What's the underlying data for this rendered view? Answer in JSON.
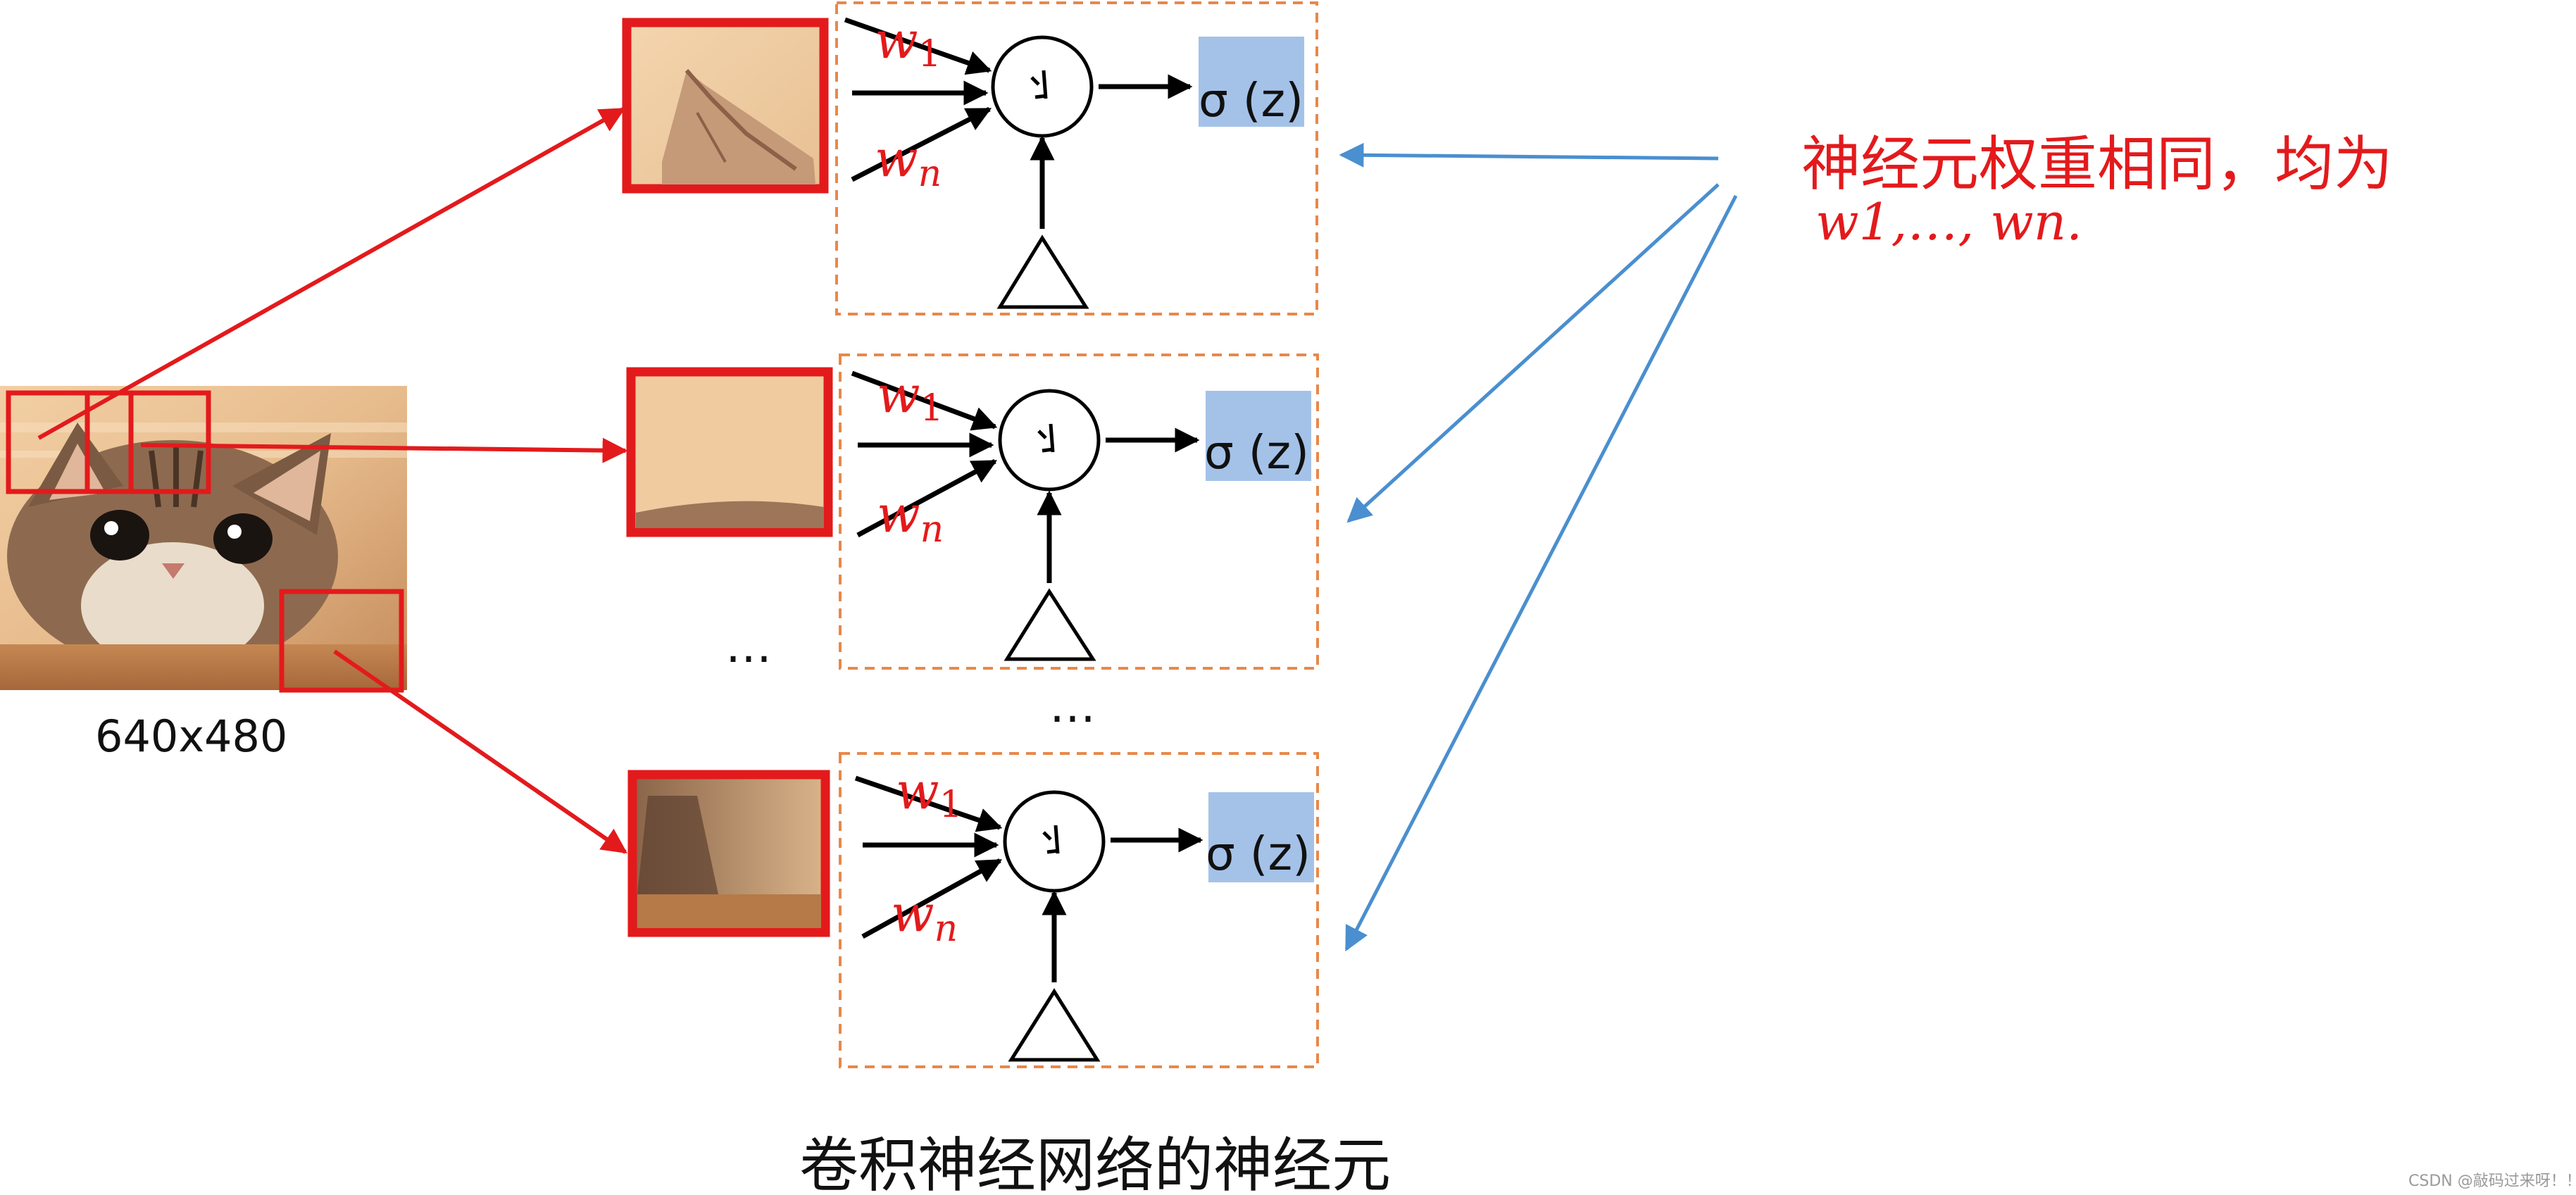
{
  "image": {
    "size_label": "640x480"
  },
  "neurons": [
    {
      "w_first": "w",
      "w_first_sub": "1",
      "w_last": "w",
      "w_last_sub": "n",
      "output": "σ (z)"
    },
    {
      "w_first": "w",
      "w_first_sub": "1",
      "w_last": "w",
      "w_last_sub": "n",
      "output": "σ (z)"
    },
    {
      "w_first": "w",
      "w_first_sub": "1",
      "w_last": "w",
      "w_last_sub": "n",
      "output": "σ (z)"
    }
  ],
  "ellipsis_left": "…",
  "ellipsis_center": "…",
  "annotation": {
    "line1": "神经元权重相同，均为",
    "line2": "w1,…, wn."
  },
  "caption": "卷积神经网络的神经元",
  "watermark": "CSDN @敲码过来呀！！！",
  "colors": {
    "highlight_red": "#e31a1c",
    "dashed_orange": "#e8884a",
    "blue_arrow": "#4a8fcf",
    "output_fill": "#a4c2e8"
  }
}
